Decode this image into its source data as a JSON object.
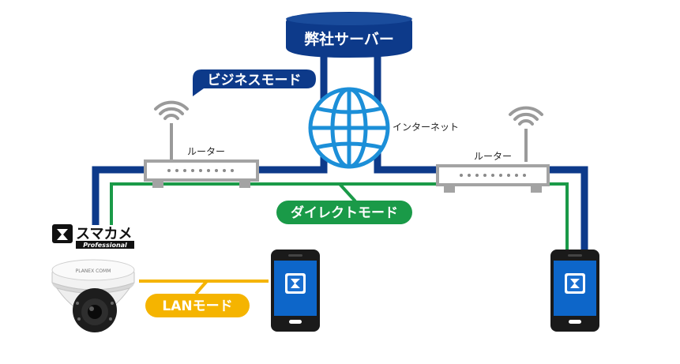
{
  "server": {
    "label": "弊社サーバー"
  },
  "internet": {
    "label": "インターネット"
  },
  "routers": [
    {
      "label": "ルーター"
    },
    {
      "label": "ルーター"
    }
  ],
  "modes": {
    "business": "ビジネスモード",
    "direct": "ダイレクトモード",
    "lan": "LANモード"
  },
  "camera": {
    "brand": "PLANEX COMM"
  },
  "logo": {
    "title": "スマカメ",
    "subtitle": "Professional"
  },
  "colors": {
    "business_line": "#0d3a8a",
    "direct_line": "#1a9a48",
    "lan_line": "#f5b400",
    "phone_body": "#0d66c9",
    "globe": "#1c8fd8"
  }
}
